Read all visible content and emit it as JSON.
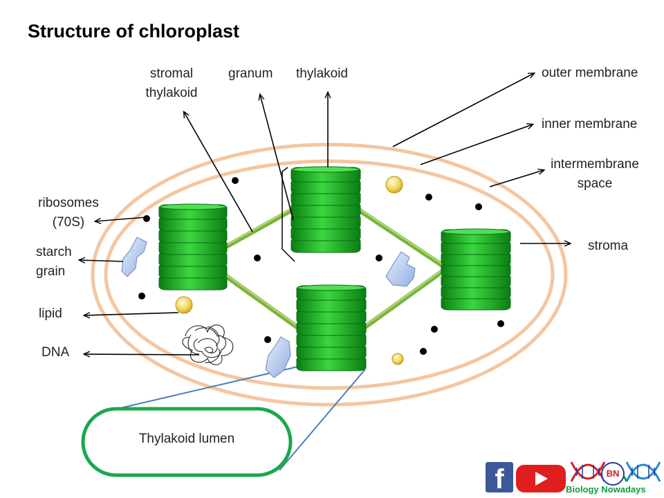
{
  "title": "Structure of chloroplast",
  "labels": {
    "stromal_thylakoid_1": "stromal",
    "stromal_thylakoid_2": "thylakoid",
    "granum": "granum",
    "thylakoid": "thylakoid",
    "outer_membrane": "outer membrane",
    "inner_membrane": "inner membrane",
    "intermembrane_1": "intermembrane",
    "intermembrane_2": "space",
    "ribosomes_1": "ribosomes",
    "ribosomes_2": "(70S)",
    "starch_1": "starch",
    "starch_2": "grain",
    "lipid": "lipid",
    "dna": "DNA",
    "stroma": "stroma",
    "thylakoid_lumen": "Thylakoid lumen"
  },
  "branding": {
    "facebook_letter": "f",
    "site_name": "Biology Nowadays",
    "logo_letters": "BN"
  },
  "colors": {
    "membrane": "#f4c6a0",
    "thylakoid_green": "#22aa2a",
    "stromal_lamella": "#7ab43c",
    "lumen_border": "#1aa84a",
    "callout_line": "#4a7ebb",
    "facebook": "#3b5998",
    "youtube": "#e01e1e",
    "brand_green": "#0b9e3a"
  },
  "icons": [
    "facebook-icon",
    "youtube-icon",
    "dna-helix-icon"
  ]
}
